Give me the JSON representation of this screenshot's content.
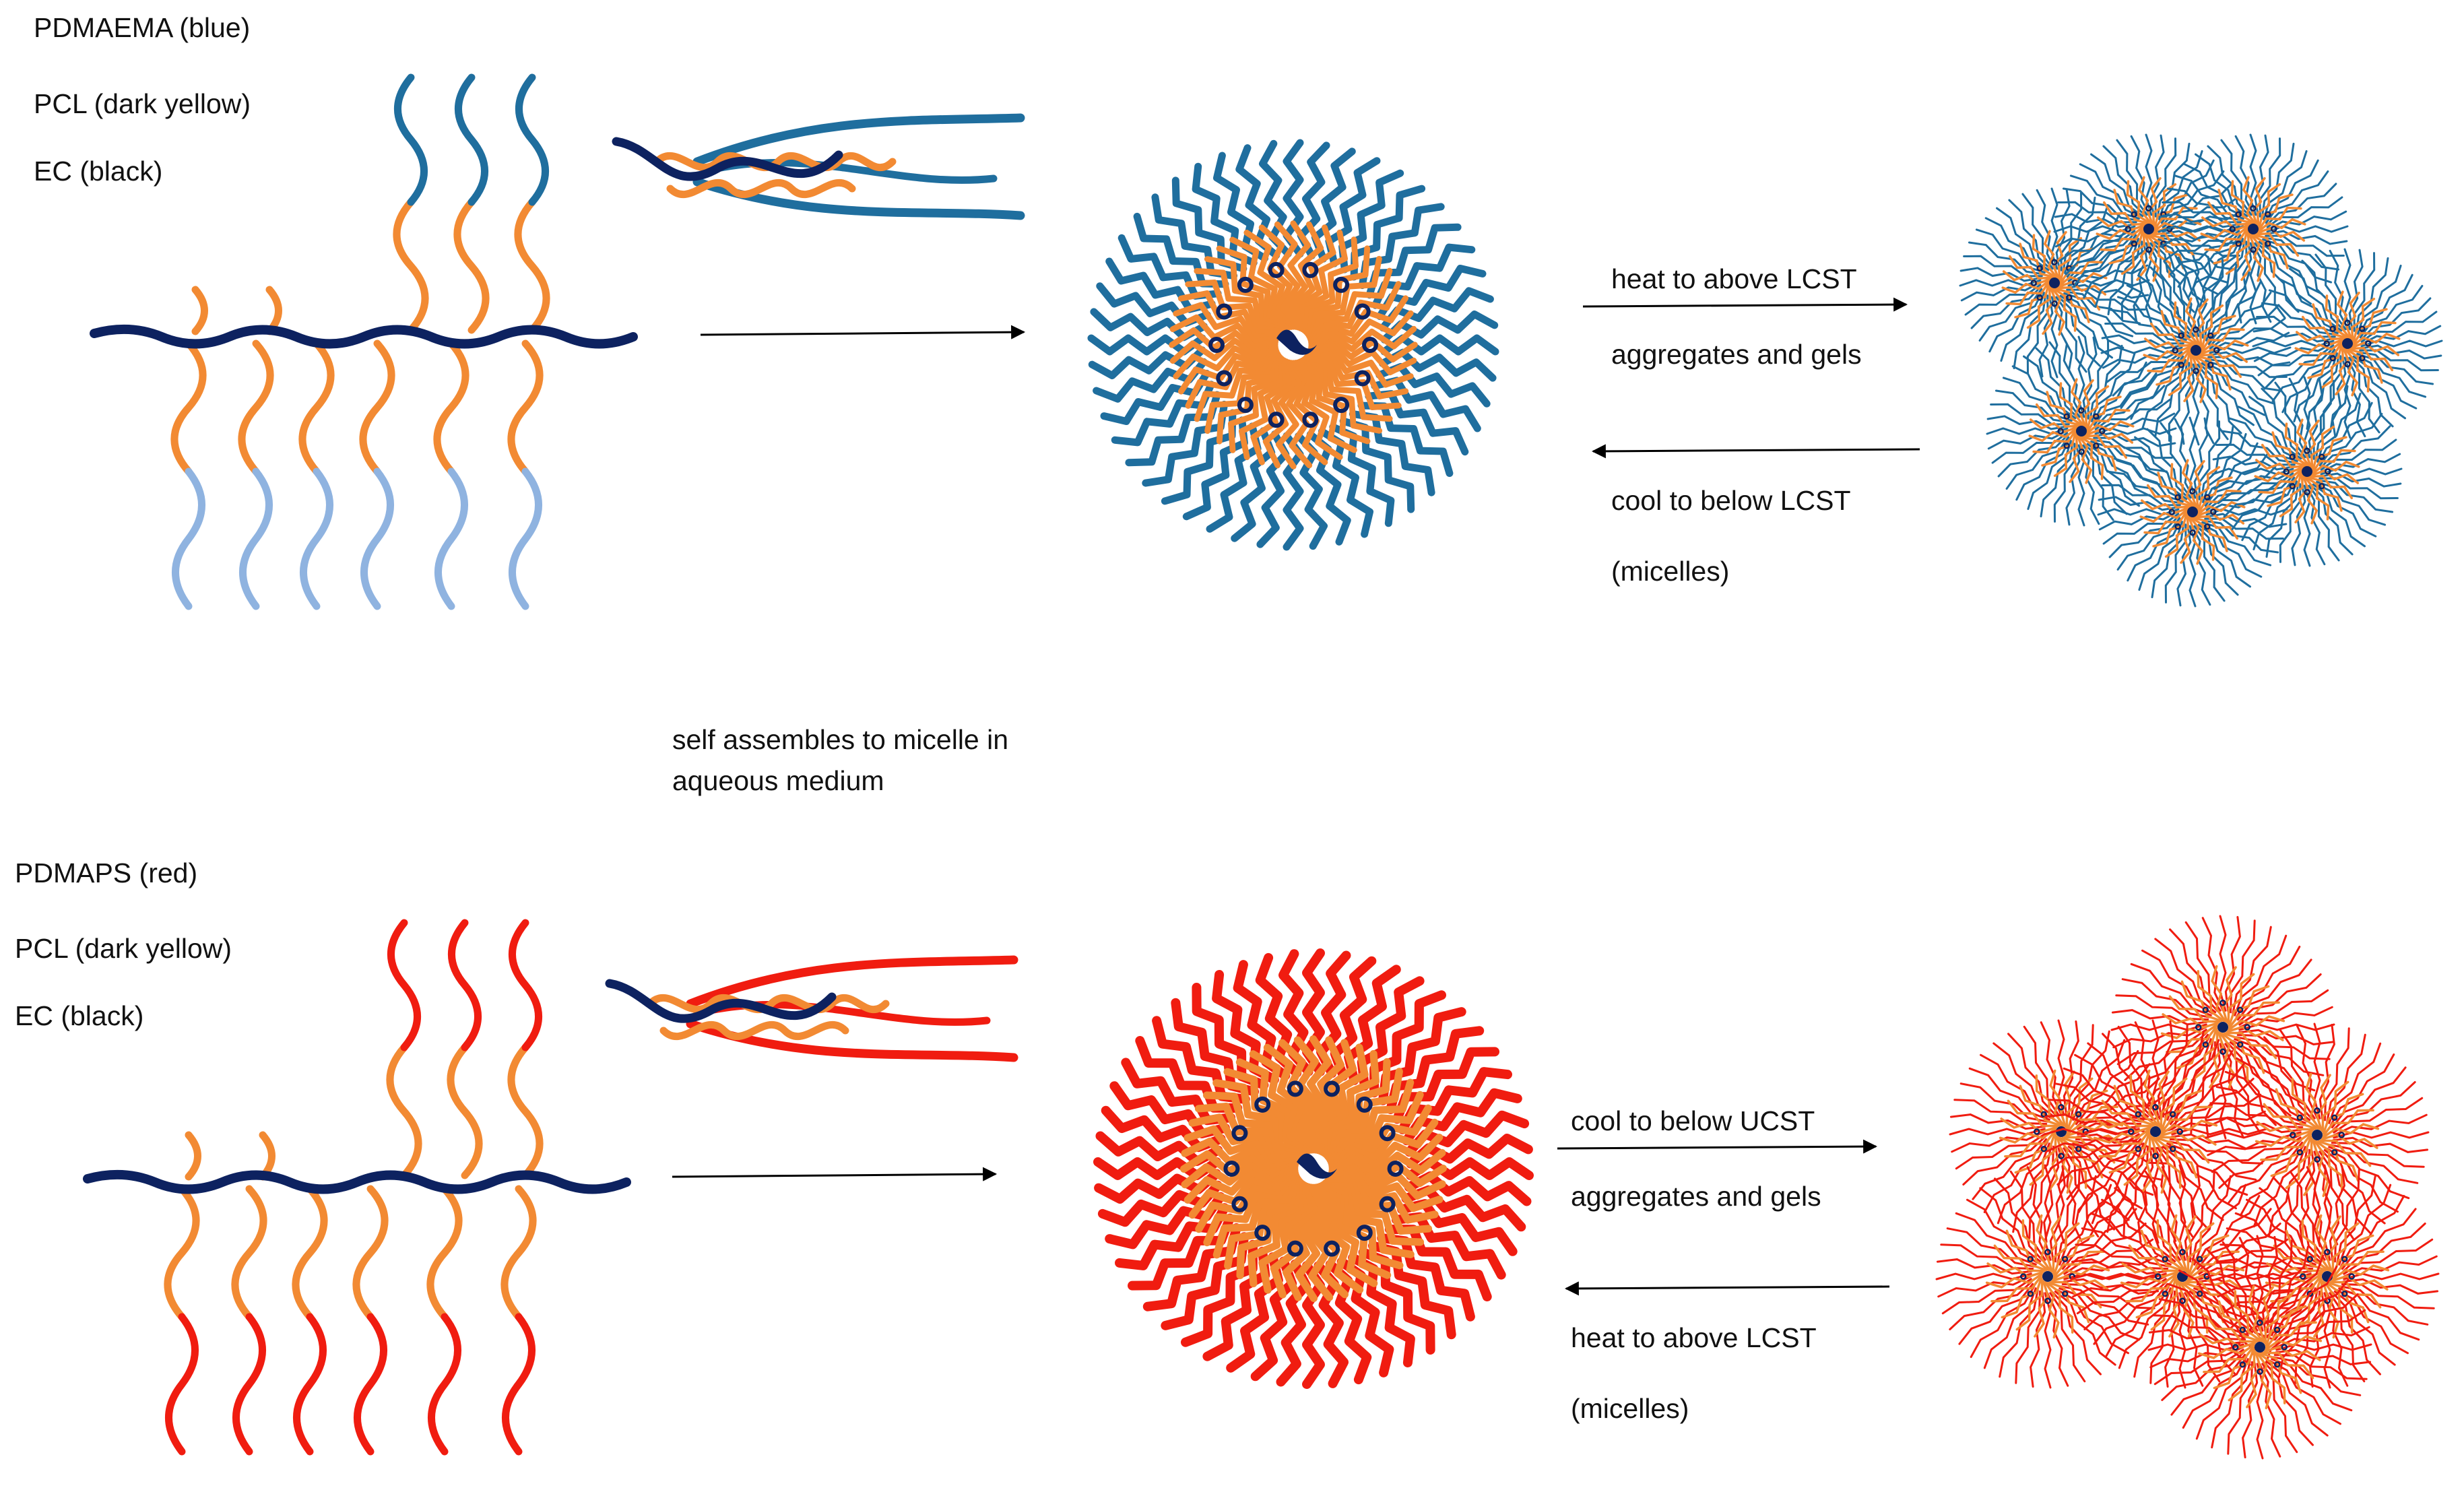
{
  "colors": {
    "backbone": "#0d2260",
    "pcl": "#f28a33",
    "pdmaema": "#1f6e9e",
    "pdmaema_light": "#8fb3e0",
    "pdmaps": "#f01c10",
    "arrow": "#000000"
  },
  "top_panel": {
    "legend": [
      "PDMAEMA  (blue)",
      "PCL (dark yellow)",
      "EC (black)"
    ],
    "forward_label": "heat to above LCST",
    "forward_result": "aggregates and gels",
    "reverse_label": "cool to below LCST",
    "reverse_result": "(micelles)"
  },
  "middle_note": {
    "lines": [
      "self assembles to micelle  in",
      "aqueous medium"
    ]
  },
  "bottom_panel": {
    "legend": [
      "PDMAPS  (red)",
      "PCL (dark yellow)",
      "EC (black)"
    ],
    "forward_label": "cool to below UCST",
    "forward_result": "aggregates and gels",
    "reverse_label": "heat to above LCST",
    "reverse_result": "(micelles)"
  }
}
